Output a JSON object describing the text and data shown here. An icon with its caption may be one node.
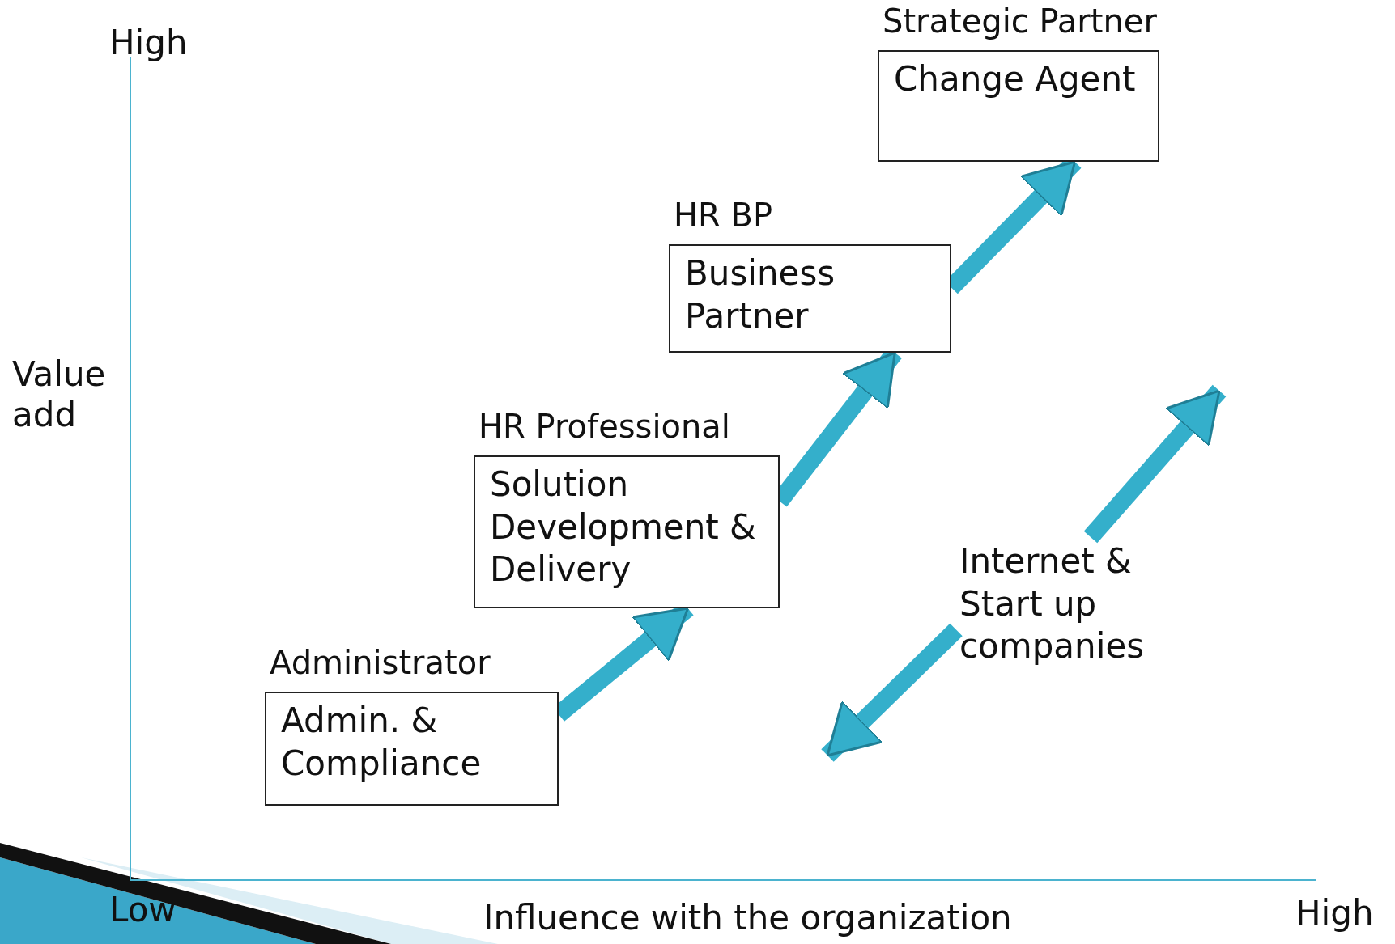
{
  "diagram": {
    "nodes": [
      {
        "text": [
          "Administrator",
          "Admin. & Compliance"
        ]
      },
      {
        "text": [
          "HR Professional",
          "Solution Development & Delivery"
        ]
      },
      {
        "text": [
          "HR BP",
          "Business Partner"
        ]
      },
      {
        "text": [
          "Strategic Partner",
          "Change Agent"
        ]
      },
      {
        "text": [
          "Internet & Start up companies"
        ]
      }
    ],
    "edges": [
      {
        "from": 0,
        "to": 1,
        "arrow": "to"
      },
      {
        "from": 1,
        "to": 2,
        "arrow": "to"
      },
      {
        "from": 2,
        "to": 3,
        "arrow": "to"
      },
      {
        "from": 4,
        "to": null,
        "arrow": "to"
      },
      {
        "from": 4,
        "to": null,
        "arrow": "to"
      }
    ],
    "labels": [
      "High",
      "Value add",
      "Low",
      "Influence with the organization",
      "High"
    ]
  }
}
